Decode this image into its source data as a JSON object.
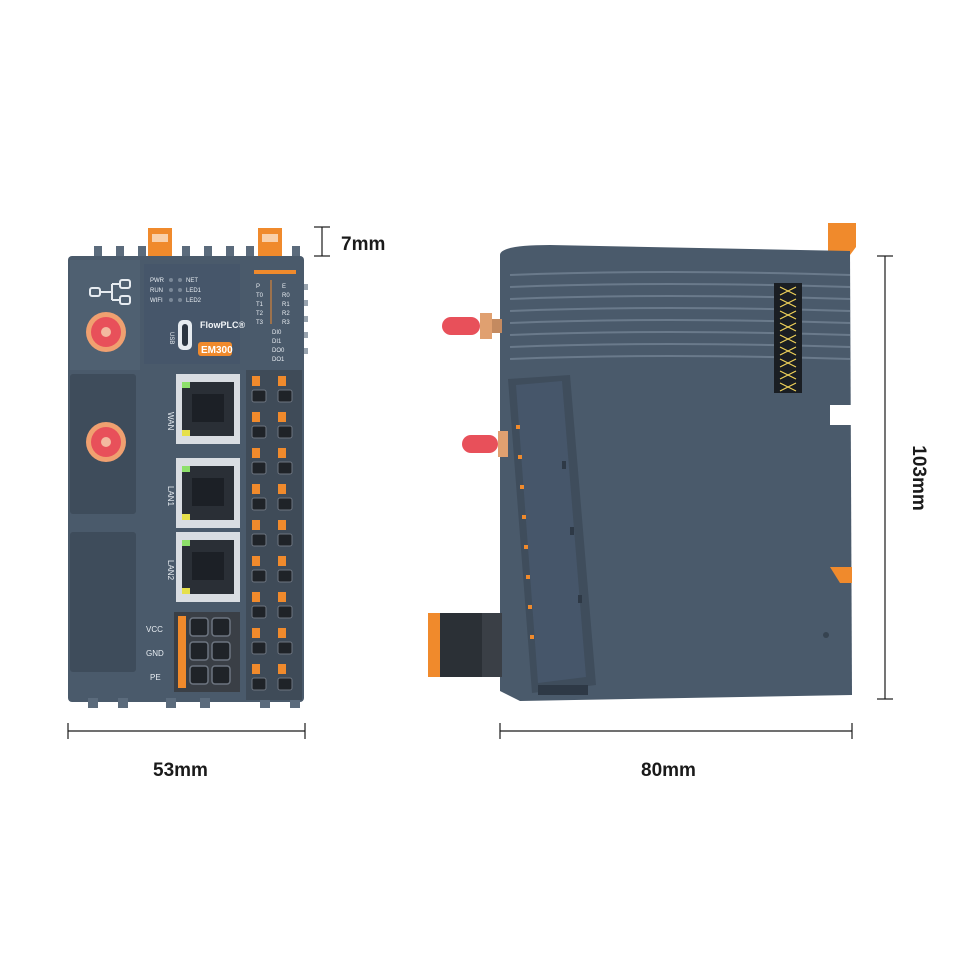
{
  "dimensions": {
    "width_front": "53mm",
    "depth_side": "80mm",
    "height": "103mm",
    "rail_clip": "7mm"
  },
  "device": {
    "brand": "FlowPLC®",
    "model": "EM300",
    "usb_label": "USB",
    "led_labels_left": [
      "PWR",
      "RUN",
      "WIFI"
    ],
    "led_labels_right": [
      "NET",
      "LED1",
      "LED2"
    ],
    "port_labels": [
      "WAN",
      "LAN1",
      "LAN2"
    ],
    "power_labels": [
      "VCC",
      "GND",
      "PE"
    ],
    "io_col_p": [
      "P",
      "T0",
      "T1",
      "T2",
      "T3"
    ],
    "io_col_e": [
      "E",
      "R0",
      "R1",
      "R2",
      "R3"
    ],
    "io_col_d": [
      "DI0",
      "DI1",
      "DO0",
      "DO1"
    ]
  },
  "colors": {
    "housing": "#4a5a6b",
    "housing_dark": "#3b4958",
    "accent_orange": "#f08a2c",
    "antenna_red": "#e8505a"
  }
}
